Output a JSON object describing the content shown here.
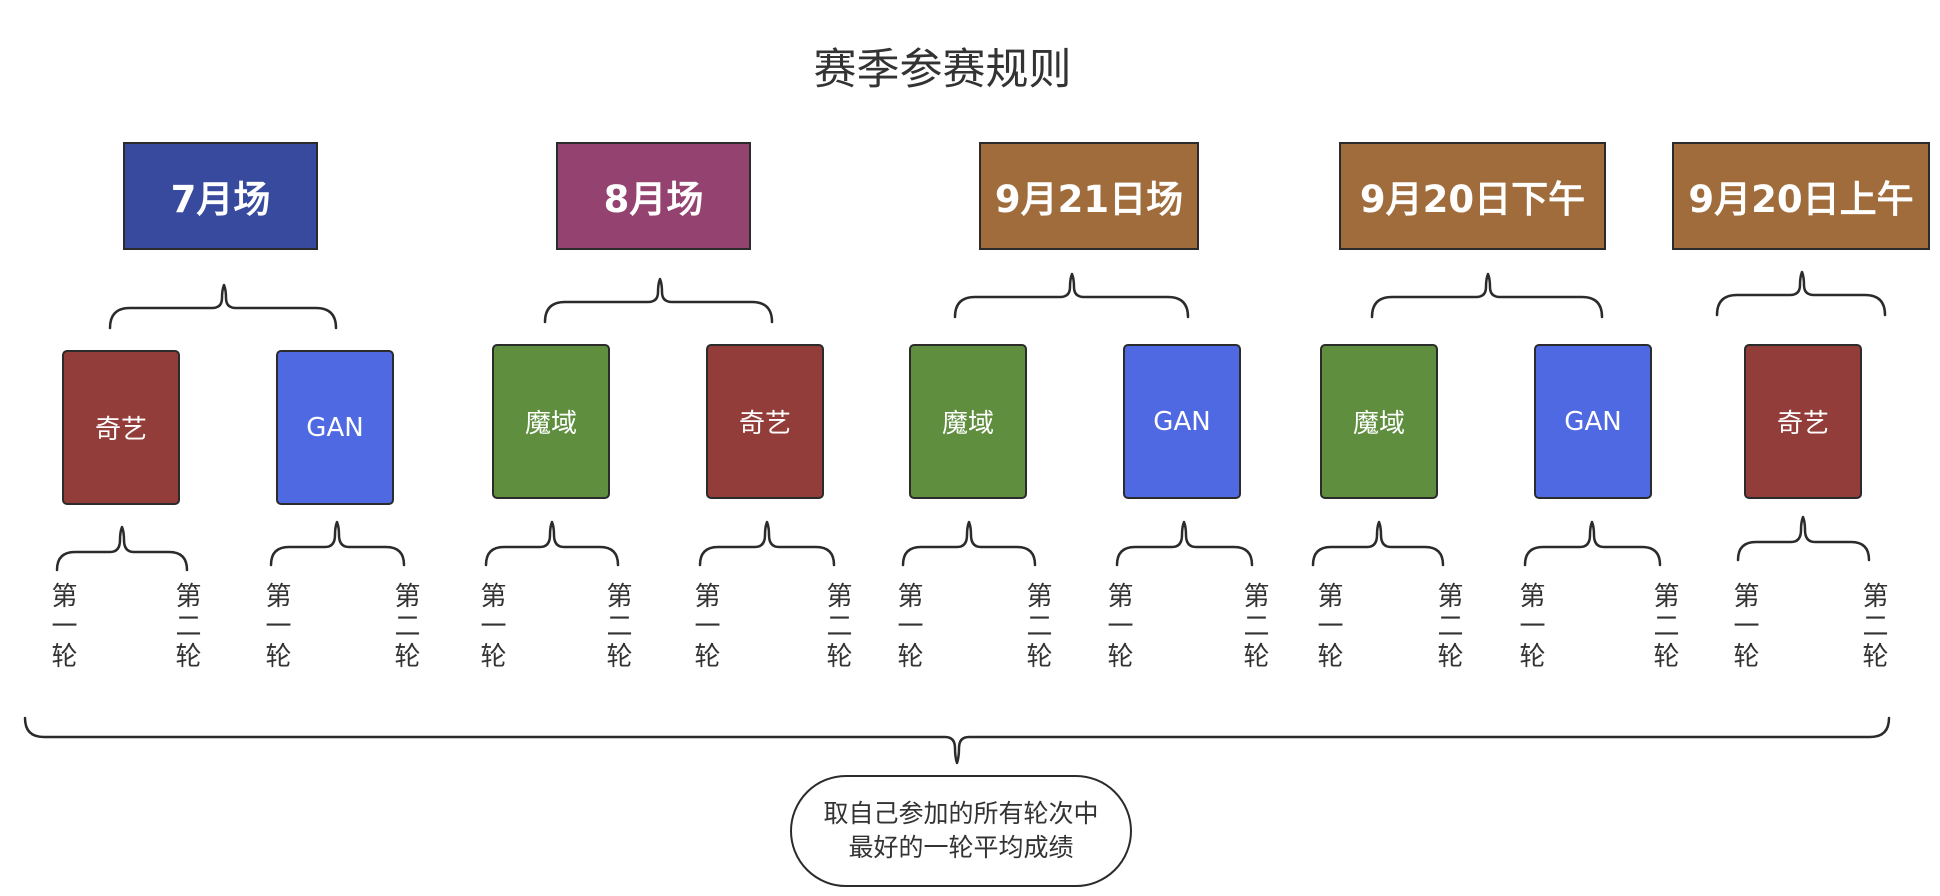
{
  "title": "赛季参赛规则",
  "colors": {
    "session_july": "#384a9e",
    "session_august": "#94426f",
    "session_september": "#a06c3c",
    "team_qiyi": "#933d3a",
    "team_gan": "#4f69e3",
    "team_moyu": "#5f8e3f",
    "line": "#2b2b2b"
  },
  "sessions": [
    {
      "label": "7月场",
      "teams": [
        "奇艺",
        "GAN"
      ]
    },
    {
      "label": "8月场",
      "teams": [
        "魔域",
        "奇艺"
      ]
    },
    {
      "label": "9月21日场",
      "teams": [
        "魔域",
        "GAN"
      ]
    },
    {
      "label": "9月20日下午",
      "teams": [
        "魔域",
        "GAN"
      ]
    },
    {
      "label": "9月20日上午",
      "teams": [
        "奇艺"
      ]
    }
  ],
  "rounds": {
    "first": "第一轮",
    "second": "第二轮"
  },
  "note": {
    "line1": "取自己参加的所有轮次中",
    "line2": "最好的一轮平均成绩"
  }
}
